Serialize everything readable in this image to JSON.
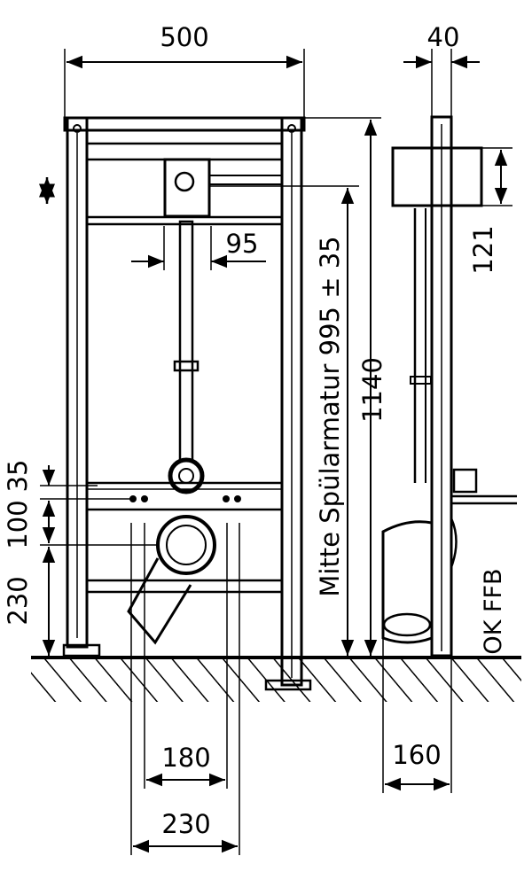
{
  "dimensions": {
    "frame_width": "500",
    "depth_top": "40",
    "pipe_offset": "95",
    "cistern_height": "121",
    "flush_center": "Mitte Spülarmatur 995 ± 35",
    "total_height": "1140",
    "left_35": "35",
    "left_100": "100",
    "left_230": "230",
    "bolt_spacing": "180",
    "outer_spacing": "230",
    "depth_bottom": "160"
  },
  "labels": {
    "floor_reference": "OK FFB"
  },
  "colors": {
    "line": "#000000",
    "background": "#ffffff"
  }
}
